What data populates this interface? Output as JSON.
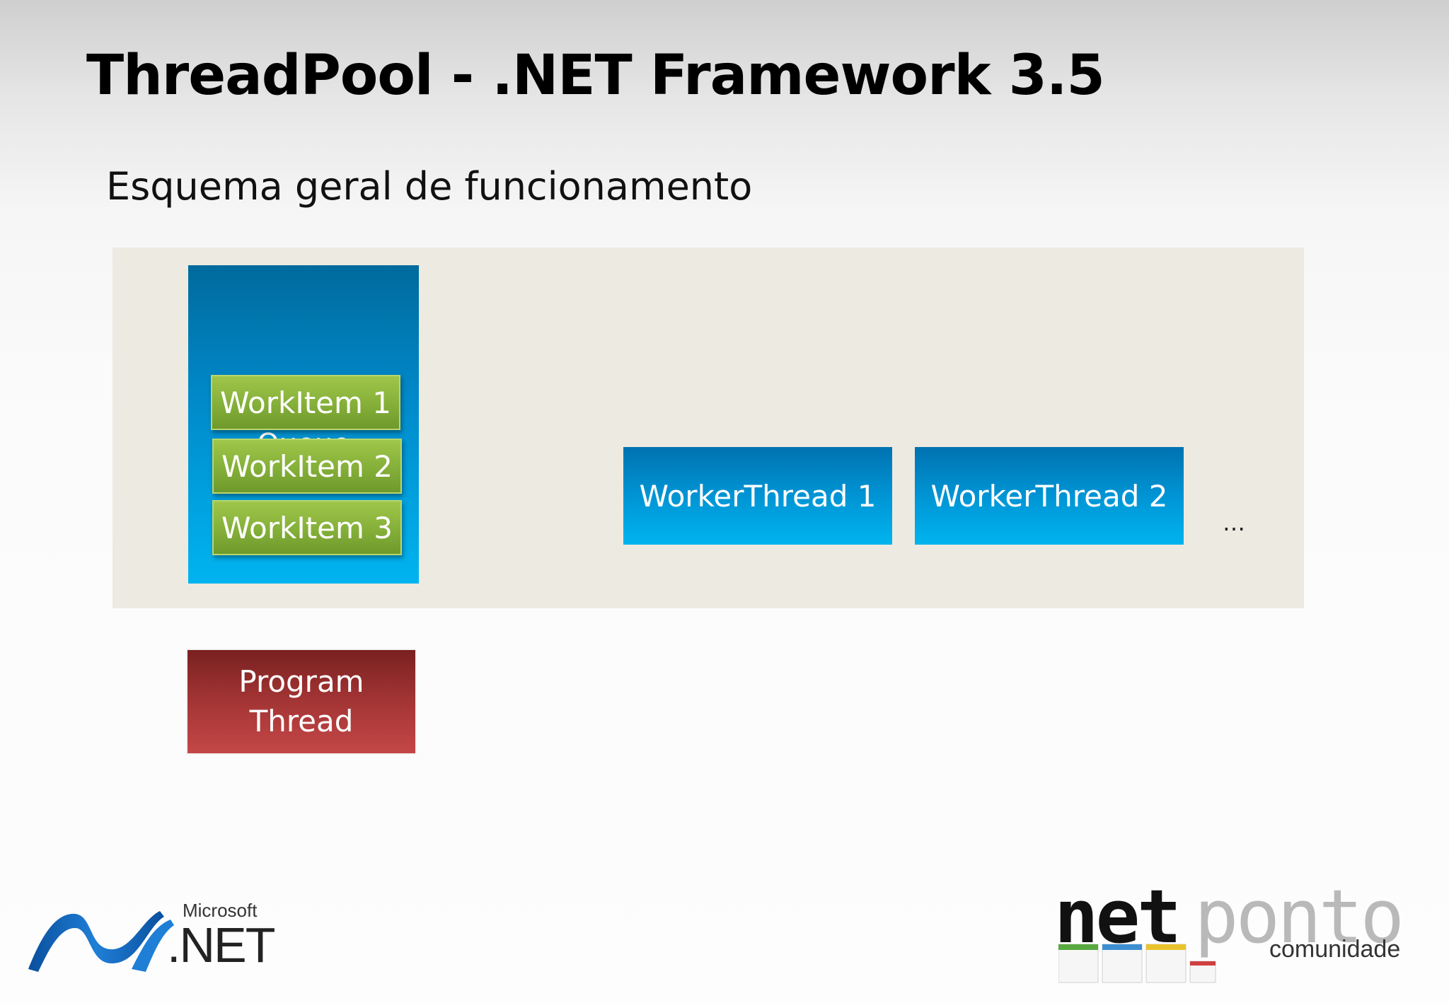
{
  "slide": {
    "title": "ThreadPool - .NET Framework 3.5",
    "subtitle": "Esquema geral de funcionamento"
  },
  "diagram": {
    "queue_label": "Queue",
    "work_items": [
      "WorkItem 1",
      "WorkItem 2",
      "WorkItem 3"
    ],
    "worker_threads": [
      "WorkerThread 1",
      "WorkerThread 2"
    ],
    "ellipsis": "…",
    "program_thread": [
      "Program",
      "Thread"
    ]
  },
  "logos": {
    "net": {
      "brand": "Microsoft",
      "mark": ".NET"
    },
    "netponto": {
      "word_dark": "net",
      "word_light": "ponto",
      "tagline": "comunidade"
    }
  },
  "colors": {
    "pool_bg": "#edeae1",
    "queue_blue": "#0094d4",
    "workitem_green": "#86b13a",
    "worker_blue": "#0094d4",
    "program_red": "#a43535"
  }
}
